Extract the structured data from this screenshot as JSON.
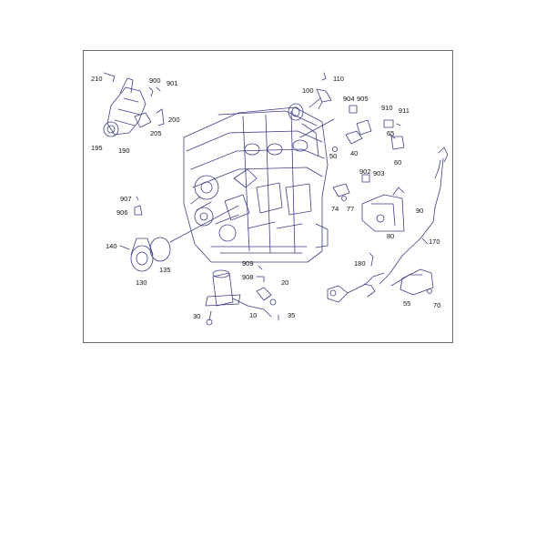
{
  "diagram": {
    "line_color": "#3f3f86",
    "part_labels": [
      "210",
      "900",
      "901",
      "200",
      "205",
      "195",
      "190",
      "110",
      "100",
      "904",
      "905",
      "910",
      "911",
      "65",
      "50",
      "40",
      "60",
      "907",
      "906",
      "140",
      "130",
      "135",
      "902",
      "903",
      "74",
      "77",
      "80",
      "90",
      "170",
      "180",
      "909",
      "908",
      "20",
      "30",
      "10",
      "35",
      "55",
      "70"
    ]
  }
}
